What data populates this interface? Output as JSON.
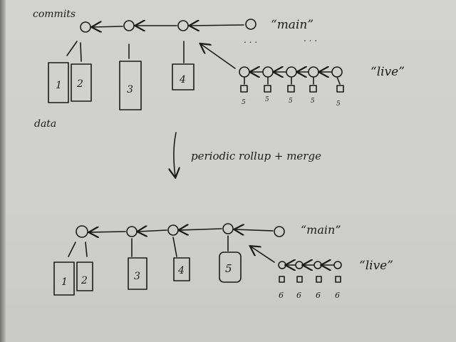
{
  "labels": {
    "commits": "commits",
    "data": "data",
    "main_top": "“main”",
    "live_top": "“live”",
    "rollup": "periodic rollup + merge",
    "main_bottom": "“main”",
    "live_bottom": "“live”",
    "ellipsis": ". . ."
  },
  "top": {
    "blocks": [
      "1",
      "2",
      "3",
      "4"
    ],
    "live_blocks": [
      "5",
      "5",
      "5",
      "5",
      "5"
    ]
  },
  "bottom": {
    "blocks": [
      "1",
      "2",
      "3",
      "4",
      "5"
    ],
    "live_blocks": [
      "6",
      "6",
      "6",
      "6"
    ]
  }
}
